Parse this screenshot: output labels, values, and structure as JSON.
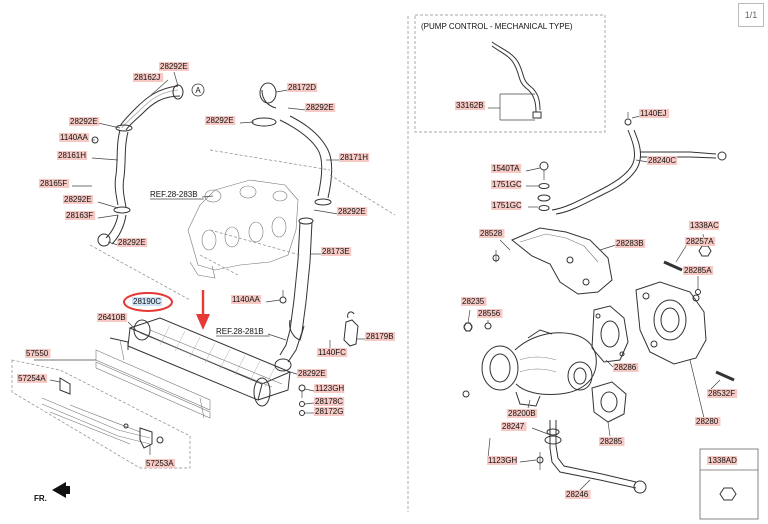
{
  "page_indicator": "1/1",
  "inset_title": "(PUMP CONTROL - MECHANICAL TYPE)",
  "highlighted_part": "28190C",
  "front_label": "FR.",
  "callout_letter": "A",
  "colors": {
    "highlight": "#e53935",
    "part_label_bg": "#f6c9c4",
    "line": "#444444"
  },
  "labels": [
    {
      "id": "28292E_a",
      "text": "28292E"
    },
    {
      "id": "28162J",
      "text": "28162J"
    },
    {
      "id": "28292E_b",
      "text": "28292E"
    },
    {
      "id": "1140AA_a",
      "text": "1140AA"
    },
    {
      "id": "28161H",
      "text": "28161H"
    },
    {
      "id": "28165F",
      "text": "28165F"
    },
    {
      "id": "28292E_c",
      "text": "28292E"
    },
    {
      "id": "28163F",
      "text": "28163F"
    },
    {
      "id": "28292E_d",
      "text": "28292E"
    },
    {
      "id": "REF_283B",
      "text": "REF.28-283B"
    },
    {
      "id": "28172D",
      "text": "28172D"
    },
    {
      "id": "28292E_e",
      "text": "28292E"
    },
    {
      "id": "28292E_f",
      "text": "28292E"
    },
    {
      "id": "28171H",
      "text": "28171H"
    },
    {
      "id": "28292E_g",
      "text": "28292E"
    },
    {
      "id": "28173E",
      "text": "28173E"
    },
    {
      "id": "1140AA_b",
      "text": "1140AA"
    },
    {
      "id": "28190C",
      "text": "28190C"
    },
    {
      "id": "26410B",
      "text": "26410B"
    },
    {
      "id": "REF_281B",
      "text": "REF.28-281B"
    },
    {
      "id": "1140FC",
      "text": "1140FC"
    },
    {
      "id": "28179B",
      "text": "28179B"
    },
    {
      "id": "57550",
      "text": "57550"
    },
    {
      "id": "57254A",
      "text": "57254A"
    },
    {
      "id": "28292E_h",
      "text": "28292E"
    },
    {
      "id": "1123GH_a",
      "text": "1123GH"
    },
    {
      "id": "28178C",
      "text": "28178C"
    },
    {
      "id": "28172G",
      "text": "28172G"
    },
    {
      "id": "57253A",
      "text": "57253A"
    },
    {
      "id": "33162B",
      "text": "33162B"
    },
    {
      "id": "1140EJ",
      "text": "1140EJ"
    },
    {
      "id": "28240C",
      "text": "28240C"
    },
    {
      "id": "1540TA",
      "text": "1540TA"
    },
    {
      "id": "1751GC_a",
      "text": "1751GC"
    },
    {
      "id": "1751GC_b",
      "text": "1751GC"
    },
    {
      "id": "1338AC",
      "text": "1338AC"
    },
    {
      "id": "28528",
      "text": "28528"
    },
    {
      "id": "28283B",
      "text": "28283B"
    },
    {
      "id": "28257A",
      "text": "28257A"
    },
    {
      "id": "28285A",
      "text": "28285A"
    },
    {
      "id": "28235",
      "text": "28235"
    },
    {
      "id": "28556",
      "text": "28556"
    },
    {
      "id": "28286",
      "text": "28286"
    },
    {
      "id": "28532F",
      "text": "28532F"
    },
    {
      "id": "28200B",
      "text": "28200B"
    },
    {
      "id": "28280",
      "text": "28280"
    },
    {
      "id": "28247",
      "text": "28247"
    },
    {
      "id": "28285",
      "text": "28285"
    },
    {
      "id": "1123GH_b",
      "text": "1123GH"
    },
    {
      "id": "28246",
      "text": "28246"
    },
    {
      "id": "1338AD",
      "text": "1338AD"
    }
  ]
}
